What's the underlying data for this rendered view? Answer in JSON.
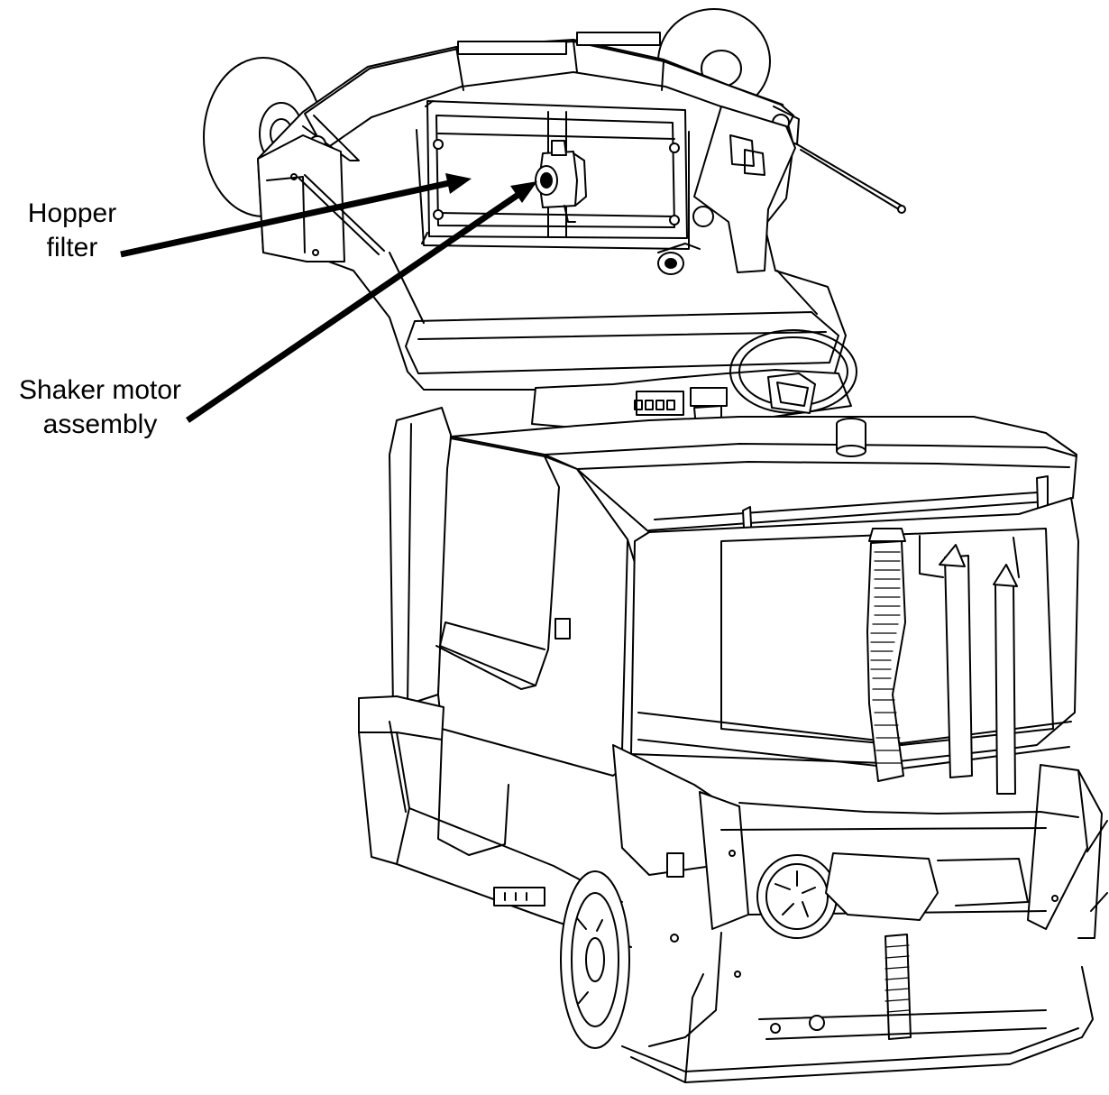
{
  "callouts": {
    "hopper_filter": {
      "line1": "Hopper",
      "line2": "filter"
    },
    "shaker_motor": {
      "line1": "Shaker motor",
      "line2": "assembly"
    }
  },
  "colors": {
    "line": "#000000",
    "background": "#ffffff",
    "shade": "#e8e8e8"
  }
}
